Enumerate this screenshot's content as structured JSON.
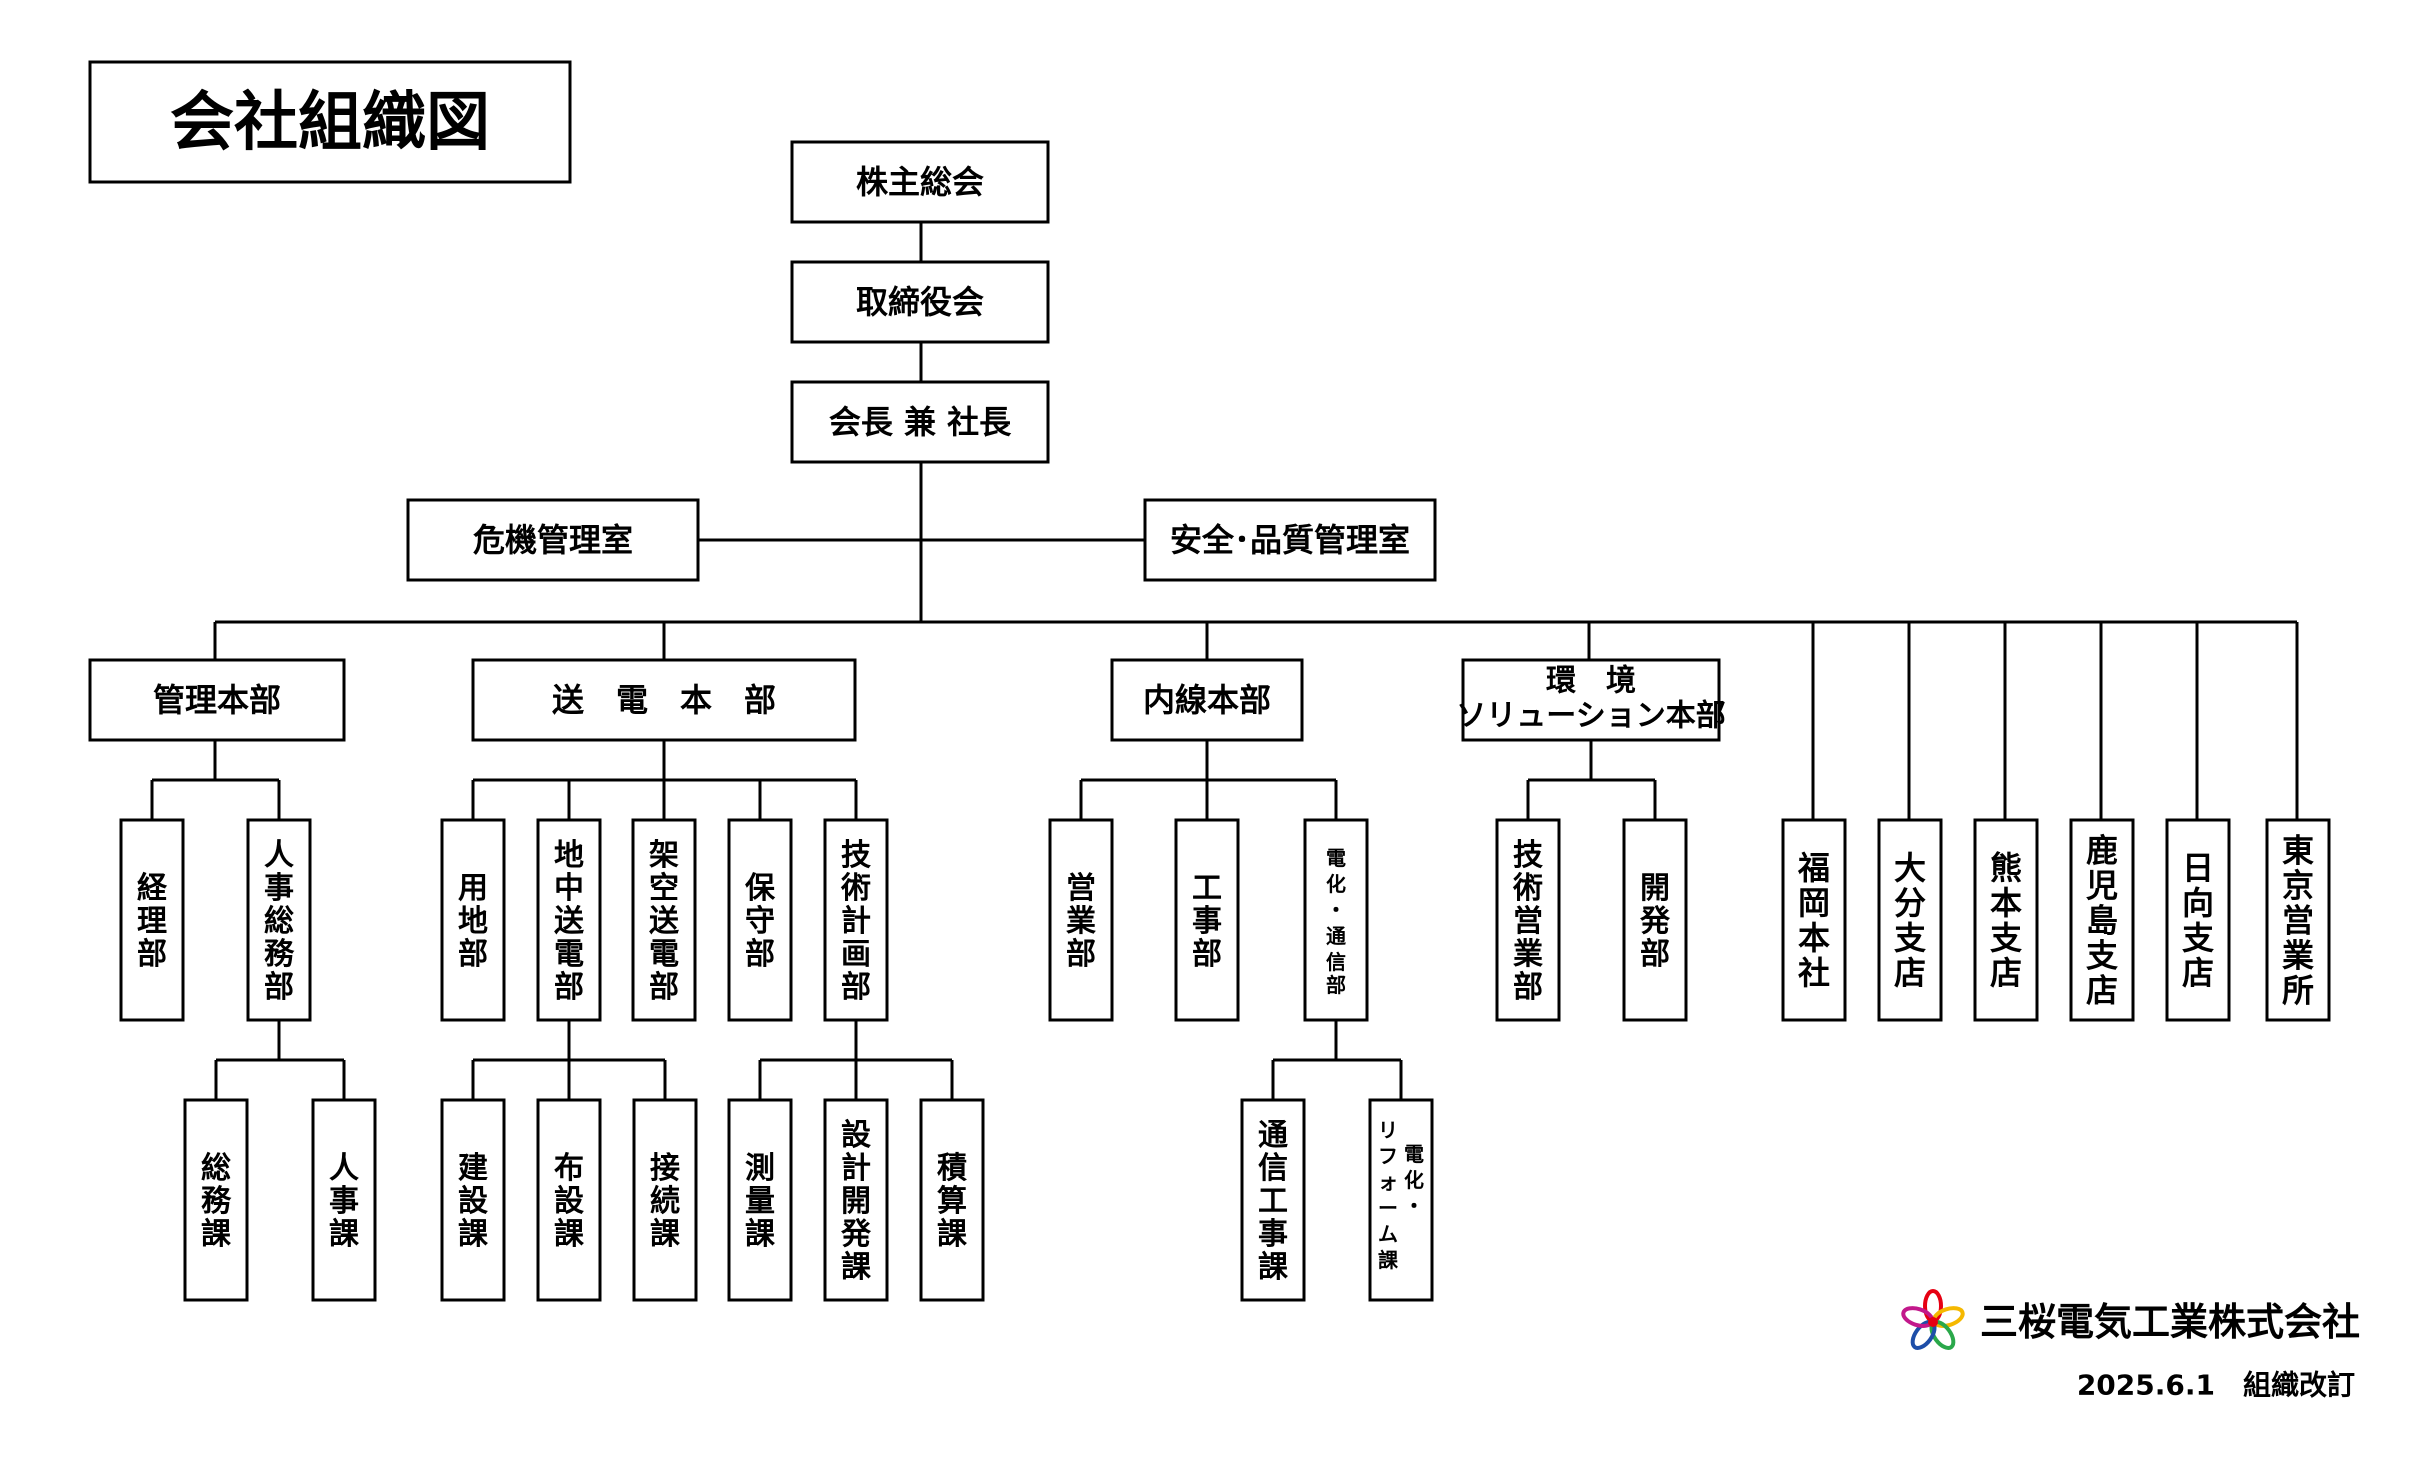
{
  "title": "会社組織図",
  "nodes": {
    "shareholders": "株主総会",
    "board": "取締役会",
    "chairman": "会長 兼 社長",
    "risk": "危機管理室",
    "safety": "安全･品質管理室",
    "kanri": "管理本部",
    "souden": "送　電　本　部",
    "naisen": "内線本部",
    "kankyo_1": "環　境",
    "kankyo_2": "ソリューション本部",
    "keiri": "経理部",
    "jinji_soumu": "人事総務部",
    "soumu_ka": "総務課",
    "jinji_ka": "人事課",
    "youchi": "用地部",
    "chichu": "地中送電部",
    "kakuu": "架空送電部",
    "hoshu": "保守部",
    "gijutsu_keikaku": "技術計画部",
    "kensetsu": "建設課",
    "fusetsu": "布設課",
    "setsuzoku": "接続課",
    "sokuryo": "測量課",
    "sekkei": "設計開発課",
    "sekisan": "積算課",
    "eigyo": "営業部",
    "kouji": "工事部",
    "denka_tsushin_1": "電化・通信",
    "denka_tsushin_2": "部",
    "tsushin_kouji": "通信工事課",
    "reform_1": "電化・",
    "reform_2": "リフォーム課",
    "gijutsu_eigyo": "技術営業部",
    "kaihatsu": "開発部",
    "fukuoka": "福岡本社",
    "oita": "大分支店",
    "kumamoto": "熊本支店",
    "kagoshima": "鹿児島支店",
    "hyuga": "日向支店",
    "tokyo": "東京営業所"
  },
  "footer": {
    "company": "三桜電気工業株式会社",
    "revision": "2025.6.1　組織改訂"
  },
  "colors": {
    "line": "#000000",
    "logo_red": "#e60012",
    "logo_blue": "#1d4ea8",
    "logo_yellow": "#f5b800",
    "logo_green": "#2aa84a",
    "logo_magenta": "#c2188b"
  }
}
